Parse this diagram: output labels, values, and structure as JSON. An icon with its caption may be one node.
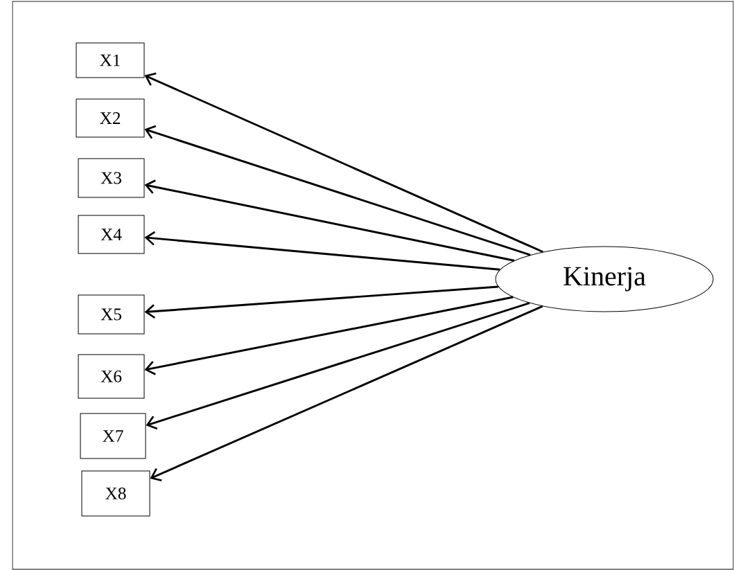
{
  "diagram": {
    "nodes": [
      {
        "text": [
          "X1"
        ]
      },
      {
        "text": [
          "X2"
        ]
      },
      {
        "text": [
          "X3"
        ]
      },
      {
        "text": [
          "X4"
        ]
      },
      {
        "text": [
          "X5"
        ]
      },
      {
        "text": [
          "X6"
        ]
      },
      {
        "text": [
          "X7"
        ]
      },
      {
        "text": [
          "X8"
        ]
      },
      {
        "text": [
          "Kinerja"
        ]
      }
    ],
    "edges": [
      {
        "from": 8,
        "to": 0,
        "arrow": "to"
      },
      {
        "from": 8,
        "to": 1,
        "arrow": "to"
      },
      {
        "from": 8,
        "to": 2,
        "arrow": "to"
      },
      {
        "from": 8,
        "to": 3,
        "arrow": "to"
      },
      {
        "from": 8,
        "to": 4,
        "arrow": "to"
      },
      {
        "from": 8,
        "to": 5,
        "arrow": "to"
      },
      {
        "from": 8,
        "to": 6,
        "arrow": "to"
      },
      {
        "from": 8,
        "to": 7,
        "arrow": "to"
      }
    ]
  }
}
